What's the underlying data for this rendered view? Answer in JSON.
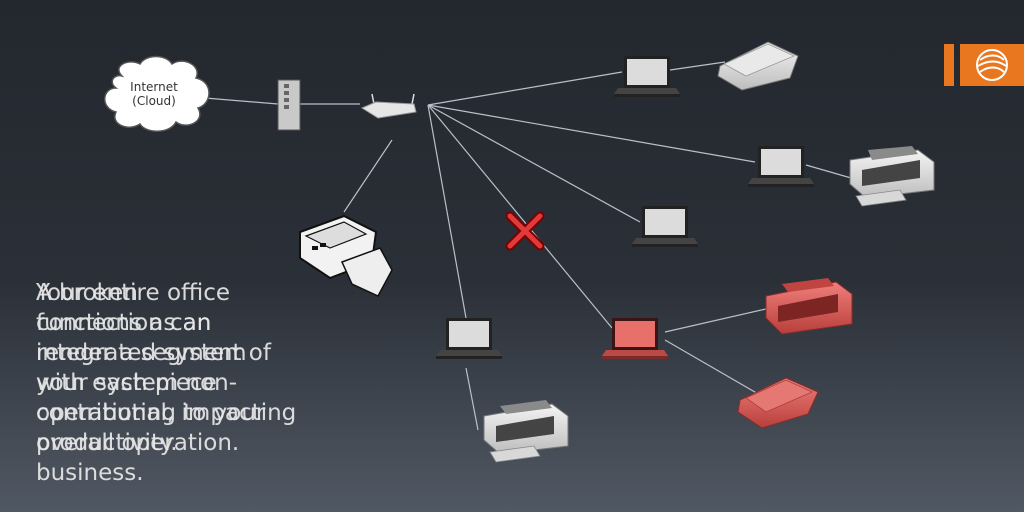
{
  "cloud": {
    "label": "Internet\n(Cloud)"
  },
  "captions": {
    "first": "A broken\nconnection can\nrender a segment of\nyour system non-\noperational, impacting\nproductivity.",
    "second": "Your entire office\nfunctions as an\nintegrated system\nwith each piece\ncontributing to your\noverall operation.\nbusiness."
  },
  "colors": {
    "accent": "#e8771f",
    "failed_device": "#d9534f",
    "line": "#b9c0c8",
    "error_mark": "#e03a3a"
  },
  "icons": [
    "cloud-icon",
    "modem-icon",
    "router-icon",
    "laptop-icon",
    "printer-icon",
    "scanner-icon",
    "fax-icon",
    "broken-link-icon",
    "brand-logo-icon"
  ]
}
